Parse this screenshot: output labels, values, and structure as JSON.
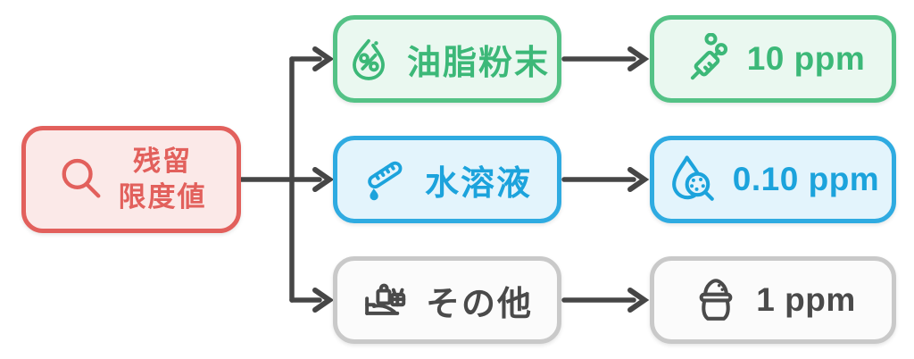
{
  "diagram": {
    "title_node": {
      "label_line1": "残留",
      "label_line2": "限度値",
      "icon": "search-icon",
      "accent": "#E2605C",
      "border": "#E2605C",
      "bg": "#FBE9E8"
    },
    "branches": [
      {
        "category_label": "油脂粉末",
        "category_icon": "oil-drop-percent-icon",
        "value_label": "10 ppm",
        "value_icon": "syringe-icon",
        "accent": "#3CB878",
        "border": "#54C286",
        "bg": "#EAF8F0"
      },
      {
        "category_label": "水溶液",
        "category_icon": "test-tube-pour-icon",
        "value_label": "0.10 ppm",
        "value_icon": "droplet-magnifier-icon",
        "accent": "#1CA3DC",
        "border": "#2FABE1",
        "bg": "#E3F4FC"
      },
      {
        "category_label": "その他",
        "category_icon": "household-goods-icon",
        "value_label": "1 ppm",
        "value_icon": "powder-pot-icon",
        "accent": "#4A4A4A",
        "border": "#C9C9C9",
        "bg": "#FBFBFB"
      }
    ],
    "connector_color": "#464646"
  }
}
